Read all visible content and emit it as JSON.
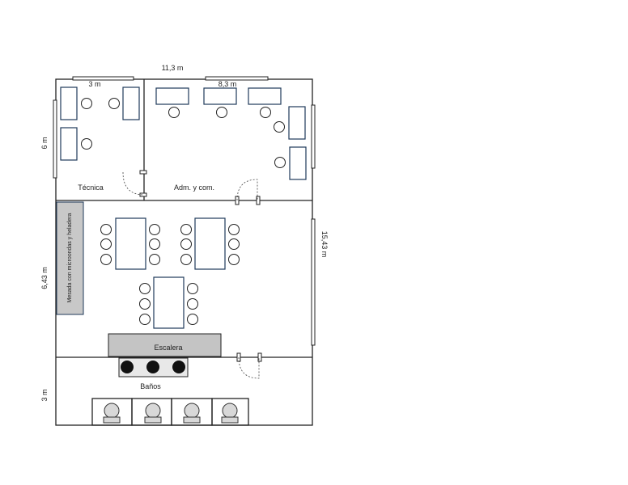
{
  "dimensions": {
    "total_width": "11,3 m",
    "top_left": "3 m",
    "top_right": "8,3 m",
    "left_top": "6 m",
    "left_middle": "6,43 m",
    "left_bottom": "3 m",
    "right_total": "15,43 m"
  },
  "rooms": {
    "tecnica": "Técnica",
    "adm": "Adm. y com.",
    "banos": "Baños"
  },
  "fixtures": {
    "mesada": "Mesada con microondas y heladera",
    "escalera": "Escalera"
  },
  "colors": {
    "wall": "#222222",
    "desk_outline": "#1f3a5a",
    "counter_fill": "#c8c8c8",
    "stair_fill": "#c4c4c4",
    "sink_fill": "#111111"
  }
}
